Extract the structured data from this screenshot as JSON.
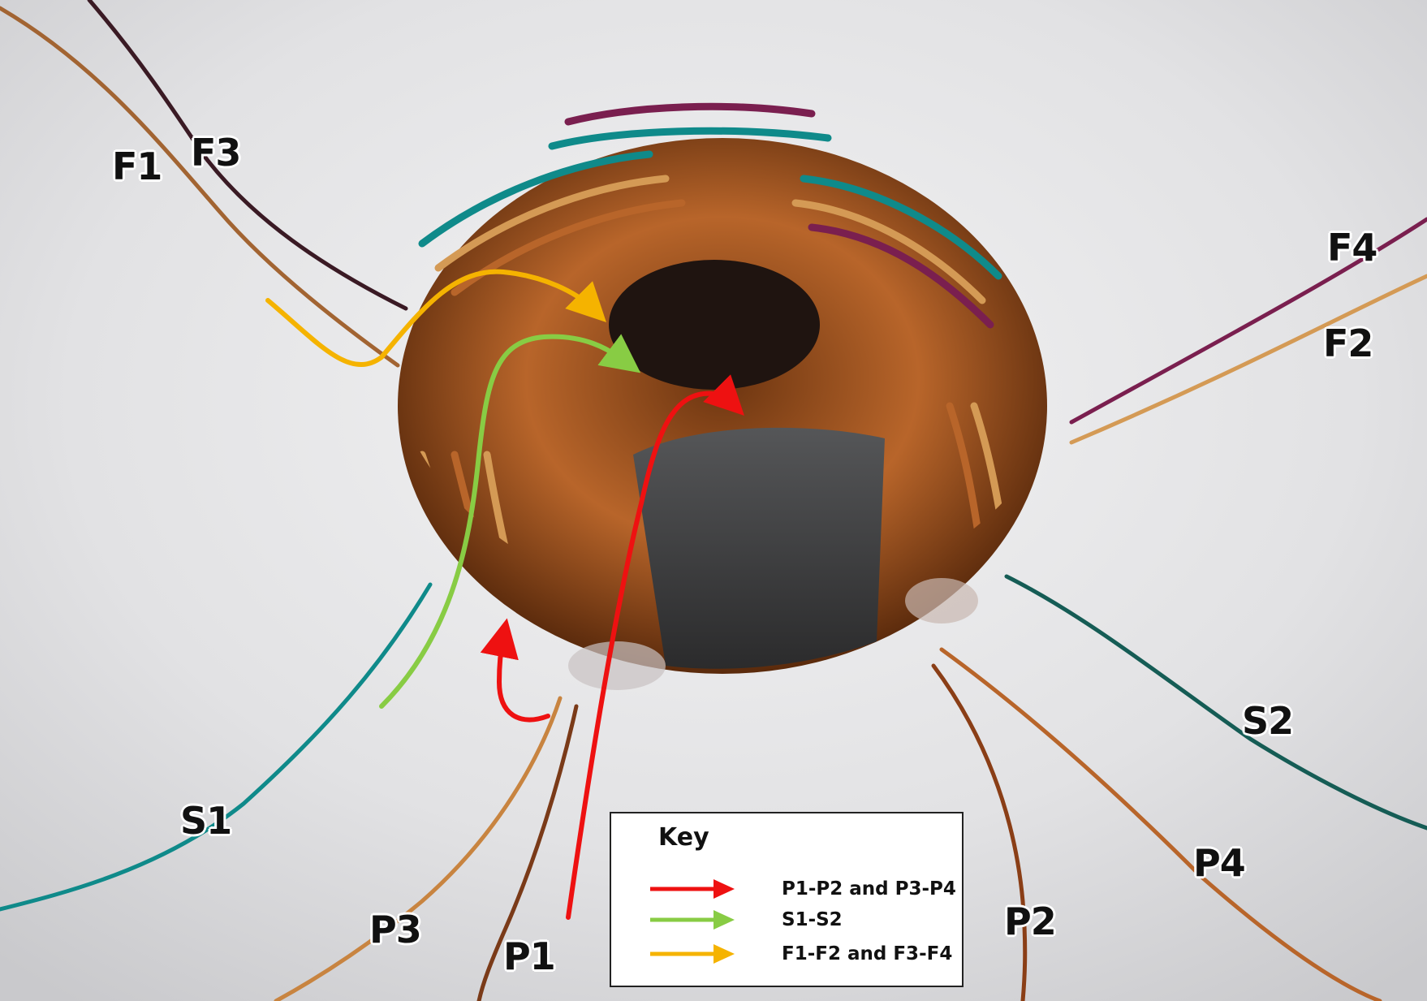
{
  "labels": {
    "f1": "F1",
    "f3": "F3",
    "f4": "F4",
    "f2": "F2",
    "s1": "S1",
    "s2": "S2",
    "p3": "P3",
    "p1": "P1",
    "p2": "P2",
    "p4": "P4"
  },
  "key": {
    "title": "Key",
    "items": [
      {
        "text": "P1-P2 and P3-P4",
        "color": "#ee1111"
      },
      {
        "text": "S1-S2",
        "color": "#88cc44"
      },
      {
        "text": "F1-F2 and F3-F4",
        "color": "#f5b300"
      }
    ]
  },
  "colors": {
    "background": "#d9d9dc",
    "core": "#3a3b3c",
    "copper": "#b8652a",
    "light_copper": "#d49a55",
    "teal_wire": "#0f8a8a",
    "purple_wire": "#7a1f4f"
  }
}
